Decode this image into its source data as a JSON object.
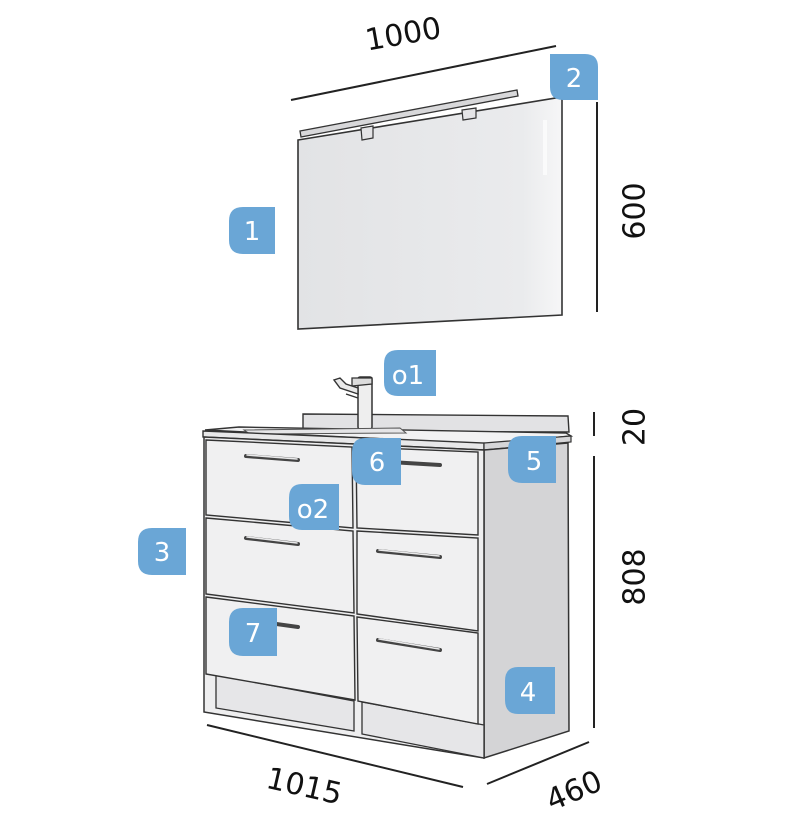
{
  "dimensions": {
    "mirror_width": "1000",
    "mirror_height": "600",
    "top_thickness": "20",
    "cabinet_height": "808",
    "cabinet_width": "1015",
    "cabinet_depth": "460"
  },
  "badges": {
    "mirror": "1",
    "light": "2",
    "cabinet_side": "3",
    "cabinet_body": "4",
    "countertop": "5",
    "basin": "6",
    "drawer": "7"
  },
  "optional_refs": {
    "faucet": "o1",
    "handle": "o2"
  },
  "colors": {
    "badge_fill": "#6aa6d6",
    "badge_text": "#ffffff",
    "outline": "#3a3a3a",
    "front_face": "#f0f0f0",
    "side_face": "#d4d4d6",
    "mirror_face": "#e6e7e9"
  }
}
